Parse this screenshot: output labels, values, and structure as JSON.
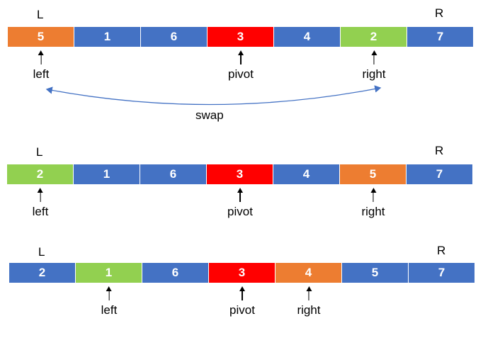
{
  "colors": {
    "blue": "#4472c4",
    "orange": "#ed7d31",
    "red": "#ff0000",
    "green": "#92d050"
  },
  "rows": [
    {
      "L": "L",
      "R": "R",
      "cells": [
        {
          "v": "5",
          "c": "#ed7d31"
        },
        {
          "v": "1",
          "c": "#4472c4"
        },
        {
          "v": "6",
          "c": "#4472c4"
        },
        {
          "v": "3",
          "c": "#ff0000"
        },
        {
          "v": "4",
          "c": "#4472c4"
        },
        {
          "v": "2",
          "c": "#92d050"
        },
        {
          "v": "7",
          "c": "#4472c4"
        }
      ],
      "pointers": [
        {
          "label": "left",
          "index": 0
        },
        {
          "label": "pivot",
          "index": 3
        },
        {
          "label": "right",
          "index": 5
        }
      ],
      "swap_label": "swap"
    },
    {
      "L": "L",
      "R": "R",
      "cells": [
        {
          "v": "2",
          "c": "#92d050"
        },
        {
          "v": "1",
          "c": "#4472c4"
        },
        {
          "v": "6",
          "c": "#4472c4"
        },
        {
          "v": "3",
          "c": "#ff0000"
        },
        {
          "v": "4",
          "c": "#4472c4"
        },
        {
          "v": "5",
          "c": "#ed7d31"
        },
        {
          "v": "7",
          "c": "#4472c4"
        }
      ],
      "pointers": [
        {
          "label": "left",
          "index": 0
        },
        {
          "label": "pivot",
          "index": 3
        },
        {
          "label": "right",
          "index": 5
        }
      ]
    },
    {
      "L": "L",
      "R": "R",
      "cells": [
        {
          "v": "2",
          "c": "#4472c4"
        },
        {
          "v": "1",
          "c": "#92d050"
        },
        {
          "v": "6",
          "c": "#4472c4"
        },
        {
          "v": "3",
          "c": "#ff0000"
        },
        {
          "v": "4",
          "c": "#ed7d31"
        },
        {
          "v": "5",
          "c": "#4472c4"
        },
        {
          "v": "7",
          "c": "#4472c4"
        }
      ],
      "pointers": [
        {
          "label": "left",
          "index": 1
        },
        {
          "label": "pivot",
          "index": 3
        },
        {
          "label": "right",
          "index": 4
        }
      ]
    }
  ]
}
